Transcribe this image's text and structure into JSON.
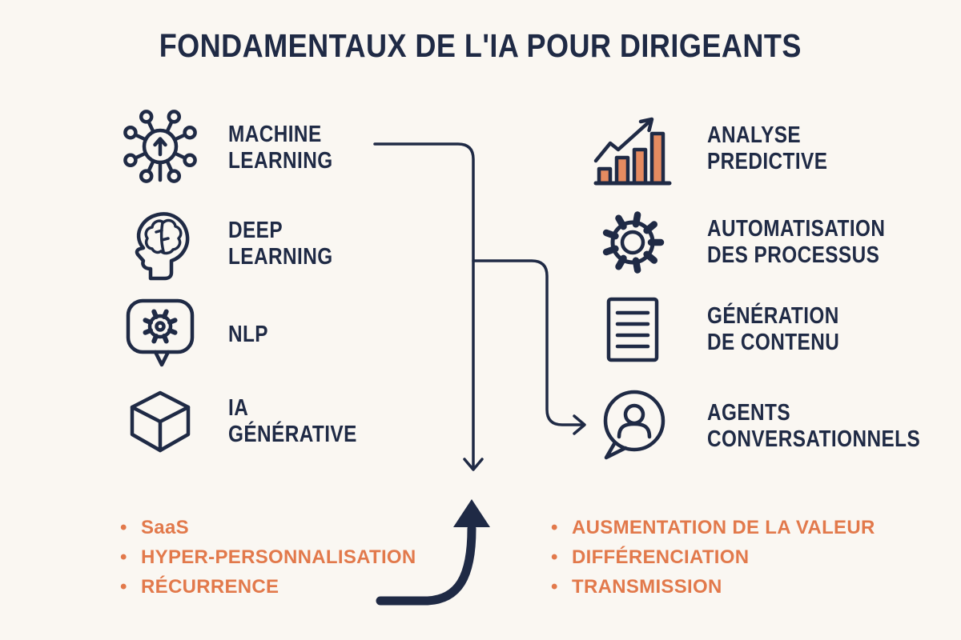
{
  "title": "FONDAMENTAUX DE L'IA POUR DIRIGEANTS",
  "bullet_glyph": "•",
  "colors": {
    "background": "#FAF7F2",
    "navy": "#1F2A45",
    "orange": "#E2794B",
    "bar_fill": "#E68B60"
  },
  "concepts": {
    "items": [
      {
        "icon": "machine-learning-network-icon",
        "lines": [
          "MACHINE",
          "LEARNING"
        ]
      },
      {
        "icon": "deep-learning-brain-icon",
        "lines": [
          "DEEP",
          "LEARNING"
        ]
      },
      {
        "icon": "nlp-chat-gear-icon",
        "lines": [
          "NLP"
        ]
      },
      {
        "icon": "generative-ai-cube-icon",
        "lines": [
          "IA",
          "GÉNÉRATIVE"
        ]
      }
    ]
  },
  "applications": {
    "items": [
      {
        "icon": "predictive-analytics-chart-icon",
        "lines": [
          "ANALYSE",
          "PREDICTIVE"
        ]
      },
      {
        "icon": "process-automation-gear-icon",
        "lines": [
          "AUTOMATISATION",
          "DES PROCESSUS"
        ]
      },
      {
        "icon": "content-generation-document-icon",
        "lines": [
          "GÉNÉRATION",
          "DE CONTENU"
        ]
      },
      {
        "icon": "conversational-agents-chat-icon",
        "lines": [
          "AGENTS",
          "CONVERSATIONNELS"
        ]
      }
    ]
  },
  "business_model_benefits": {
    "items": [
      "SaaS",
      "HYPER-PERSONNALISATION",
      "RÉCURRENCE"
    ]
  },
  "value_benefits": {
    "items": [
      "AUSMENTATION DE LA VALEUR",
      "DIFFÉRENCIATION",
      "TRANSMISSION"
    ]
  }
}
